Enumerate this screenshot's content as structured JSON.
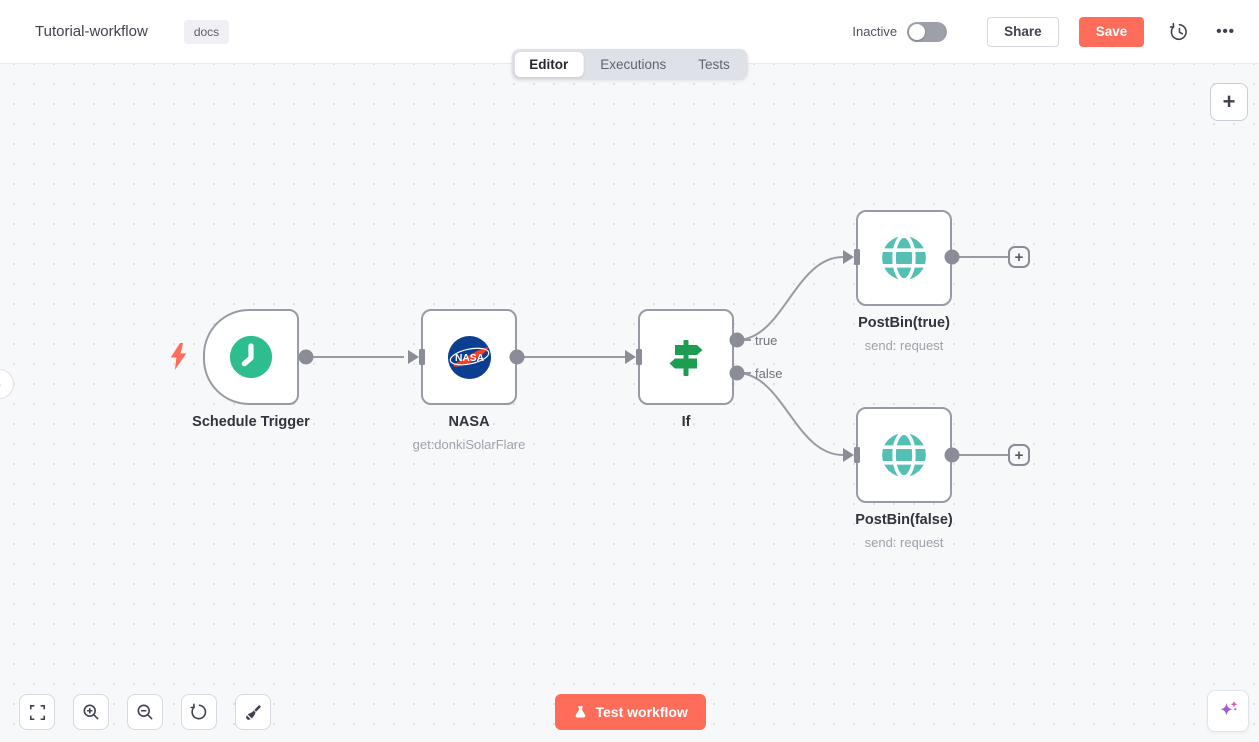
{
  "header": {
    "title": "Tutorial-workflow",
    "tag": "docs",
    "status": "Inactive",
    "share_label": "Share",
    "save_label": "Save"
  },
  "tabs": {
    "items": [
      {
        "label": "Editor",
        "active": true
      },
      {
        "label": "Executions",
        "active": false
      },
      {
        "label": "Tests",
        "active": false
      }
    ]
  },
  "canvas": {
    "nodes": [
      {
        "label": "Schedule Trigger",
        "subtitle": "",
        "icon": "clock-icon"
      },
      {
        "label": "NASA",
        "subtitle": "get:donkiSolarFlare",
        "icon": "nasa-logo-icon",
        "logo_text": "NASA"
      },
      {
        "label": "If",
        "subtitle": "",
        "icon": "signpost-icon"
      },
      {
        "label": "PostBin(true)",
        "subtitle": "send: request",
        "icon": "globe-icon"
      },
      {
        "label": "PostBin(false)",
        "subtitle": "send: request",
        "icon": "globe-icon"
      }
    ],
    "edge_labels": [
      {
        "label": "true"
      },
      {
        "label": "false"
      }
    ]
  },
  "footer": {
    "test_button_label": "Test workflow"
  },
  "colors": {
    "accent": "#ff6d5a",
    "trigger_icon": "#2ebd8e",
    "if_icon": "#1e9c52",
    "globe_icon": "#54c0b4",
    "nasa_blue": "#0b3d91",
    "nasa_red": "#fc3d21",
    "connector": "#8c8f99"
  }
}
